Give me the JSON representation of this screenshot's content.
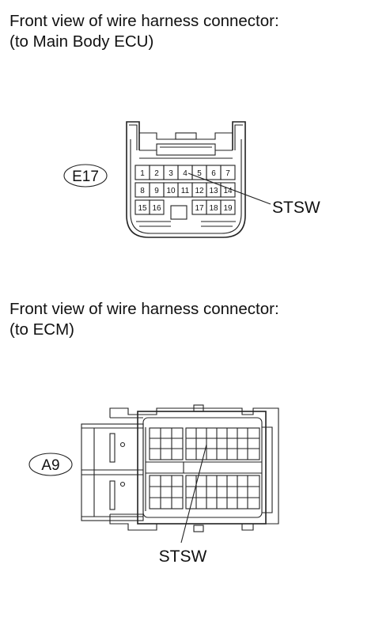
{
  "section1": {
    "caption_line1": "Front view of wire harness connector:",
    "caption_line2": "(to Main Body ECU)",
    "connector_code": "E17",
    "terminal_label": "STSW",
    "pins_row1": [
      "1",
      "2",
      "3",
      "4",
      "5",
      "6",
      "7"
    ],
    "pins_row2": [
      "8",
      "9",
      "10",
      "11",
      "12",
      "13",
      "14"
    ],
    "pins_row3_left": [
      "15",
      "16"
    ],
    "pins_row3_right": [
      "17",
      "18",
      "19"
    ]
  },
  "section2": {
    "caption_line1": "Front view of wire harness connector:",
    "caption_line2": "(to ECM)",
    "connector_code": "A9",
    "terminal_label": "STSW"
  }
}
